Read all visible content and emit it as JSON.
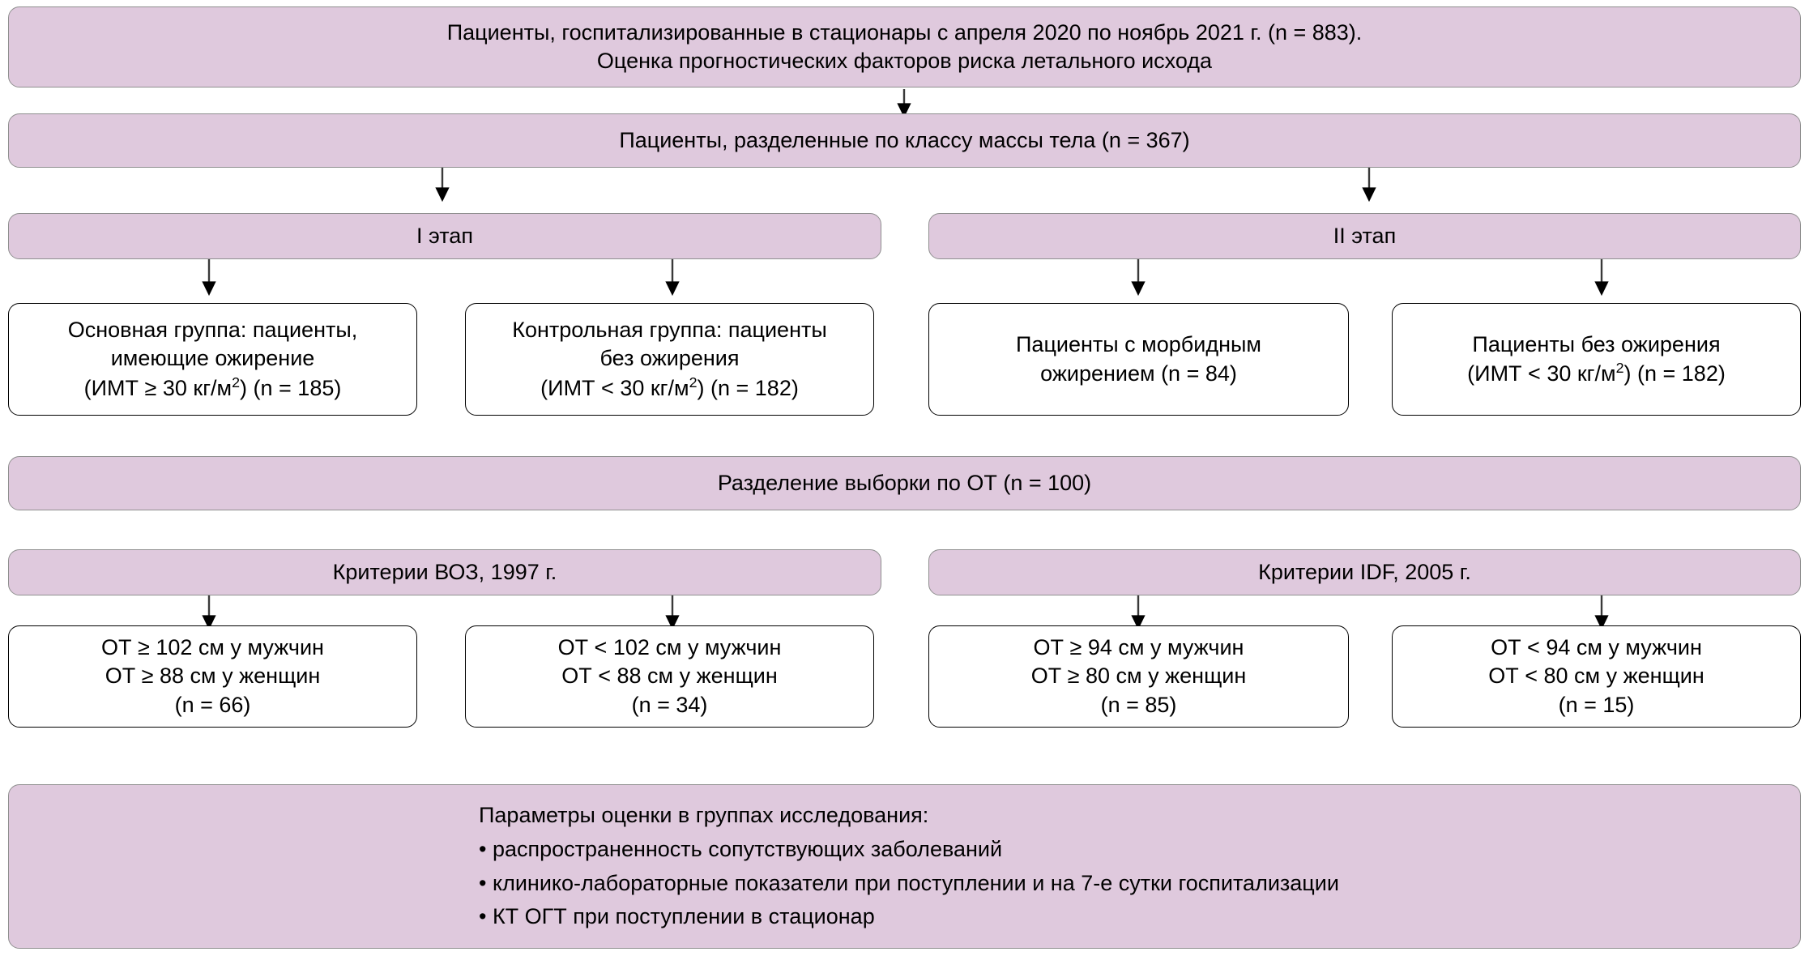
{
  "meta": {
    "title": "Блок-схема дизайна исследования",
    "colors": {
      "fill_purple": "#dfc9dd",
      "box_white": "#ffffff",
      "border_dark": "#000000",
      "border_gray": "#8f8f8f",
      "arrow": "#000000",
      "background": "#ffffff"
    }
  },
  "nodes": {
    "root": {
      "line1": "Пациенты, госпитализированные в стационары с апреля 2020 по ноябрь 2021 г. (n = 883).",
      "line2": "Оценка прогностических факторов риска летального исхода"
    },
    "split_bmi": {
      "line1": "Пациенты, разделенные по классу массы тела (n = 367)"
    },
    "stage1": {
      "line1": "I этап"
    },
    "stage2": {
      "line1": "II этап"
    },
    "main_group": {
      "line1": "Основная группа: пациенты,",
      "line2": "имеющие ожирение",
      "line3_a": "(ИМТ ≥ 30 кг/м",
      "line3_sup": "2",
      "line3_b": ") (n = 185)"
    },
    "control_group": {
      "line1": "Контрольная группа: пациенты",
      "line2": "без ожирения",
      "line3_a": "(ИМТ < 30 кг/м",
      "line3_sup": "2",
      "line3_b": ") (n = 182)"
    },
    "morbid_group": {
      "line1": "Пациенты с морбидным",
      "line2": "ожирением (n = 84)"
    },
    "nonobese_group": {
      "line1": "Пациенты без ожирения",
      "line2_a": "(ИМТ < 30 кг/м",
      "line2_sup": "2",
      "line2_b": ") (n = 182)"
    },
    "split_wc": {
      "line1": "Разделение выборки по ОТ (n = 100)"
    },
    "criteria_who": {
      "line1": "Критерии ВОЗ, 1997 г."
    },
    "criteria_idf": {
      "line1": "Критерии IDF, 2005 г."
    },
    "who_high": {
      "line1": "ОТ ≥ 102 см у мужчин",
      "line2": "ОТ ≥ 88 см у женщин",
      "line3": "(n = 66)"
    },
    "who_low": {
      "line1": "ОТ < 102 см у мужчин",
      "line2": "ОТ < 88 см у женщин",
      "line3": "(n = 34)"
    },
    "idf_high": {
      "line1": "ОТ ≥ 94 см у мужчин",
      "line2": "ОТ ≥ 80 см у женщин",
      "line3": "(n = 85)"
    },
    "idf_low": {
      "line1": "ОТ < 94 см у мужчин",
      "line2": "ОТ < 80 см у женщин",
      "line3": "(n = 15)"
    },
    "parameters": {
      "line1": "Параметры оценки в группах исследования:",
      "line2": "• распространенность сопутствующих заболеваний",
      "line3": "• клинико-лабораторные показатели при поступлении и на 7-е сутки госпитализации",
      "line4": "• КТ ОГТ при поступлении в стационар"
    }
  }
}
